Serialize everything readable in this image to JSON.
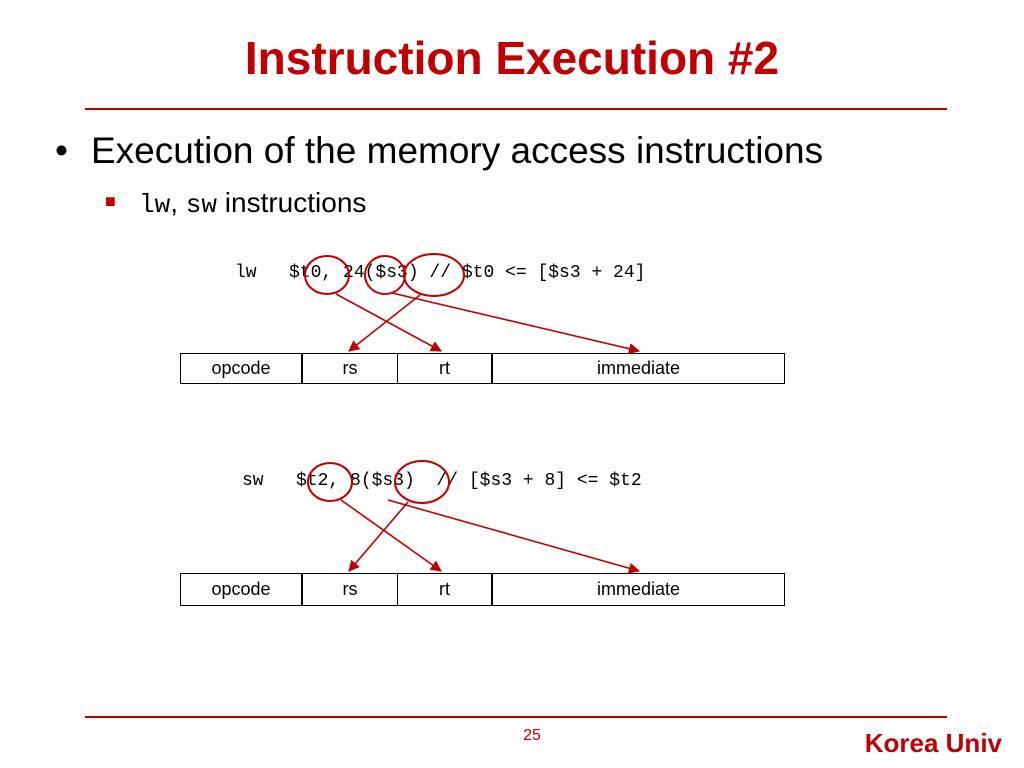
{
  "slide": {
    "title": "Instruction Execution #2",
    "bullet1": "Execution of the memory access instructions",
    "bullet2": {
      "code_a": "lw",
      "sep": ", ",
      "code_b": "sw",
      "text": " instructions"
    },
    "example1": {
      "code": "lw   $t0, 24($s3) // $t0 <= [$s3 + 24]",
      "fields": [
        "opcode",
        "rs",
        "rt",
        "immediate"
      ]
    },
    "example2": {
      "code": "sw   $t2, 8($s3)  // [$s3 + 8] <= $t2",
      "fields": [
        "opcode",
        "rs",
        "rt",
        "immediate"
      ]
    },
    "page_number": "25",
    "logo": "Korea Univ"
  },
  "colors": {
    "accent": "#c00000",
    "text": "#000000"
  },
  "icons": {
    "bullet": "bullet-dot-icon",
    "sub_bullet": "square-bullet-icon"
  }
}
